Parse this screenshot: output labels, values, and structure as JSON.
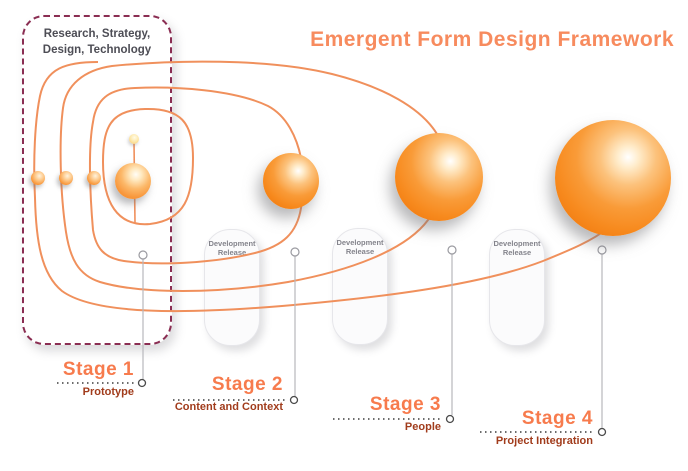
{
  "title": "Emergent Form Design Framework",
  "research_box": {
    "label_line1": "Research, Strategy,",
    "label_line2": "Design, Technology"
  },
  "pills": [
    {
      "line1": "Development",
      "line2": "Release"
    },
    {
      "line1": "Development",
      "line2": "Release"
    },
    {
      "line1": "Development",
      "line2": "Release"
    }
  ],
  "stages": [
    {
      "name": "Stage 1",
      "sublabel": "Prototype"
    },
    {
      "name": "Stage 2",
      "sublabel": "Content and Context"
    },
    {
      "name": "Stage 3",
      "sublabel": "People"
    },
    {
      "name": "Stage 4",
      "sublabel": "Project Integration"
    }
  ],
  "colors": {
    "title": "#f78b5e",
    "curve": "#f0905c",
    "stage_name": "#f77b4d",
    "stage_sublabel": "#a13c1c",
    "box_border": "#8a2d52",
    "pill_text": "#84848c",
    "sphere_orange": "#f78a1e",
    "connector_gray": "#b8b8bc"
  }
}
